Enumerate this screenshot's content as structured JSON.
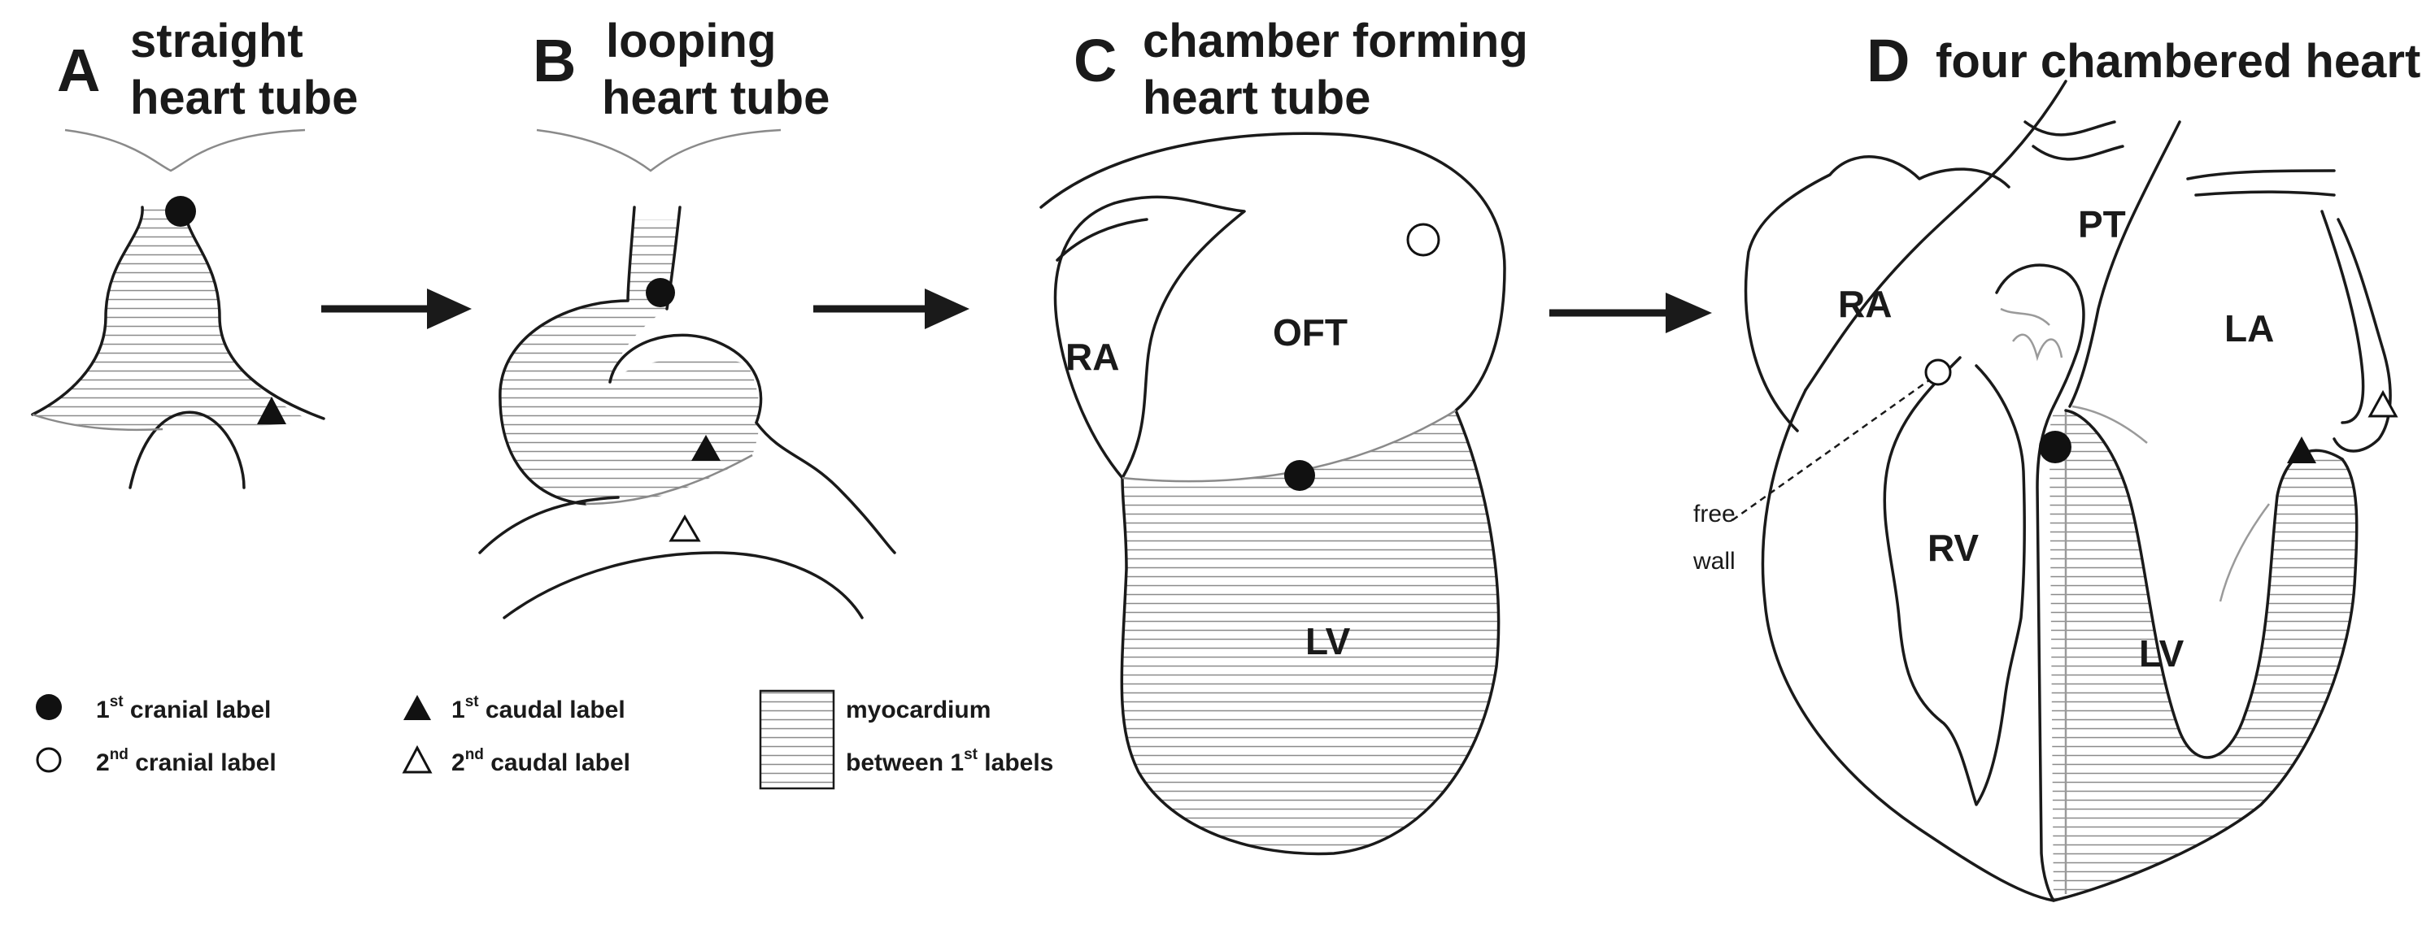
{
  "panels": [
    {
      "letter": "A",
      "title_line1": "straight",
      "title_line2": "heart tube"
    },
    {
      "letter": "B",
      "title_line1": "looping",
      "title_line2": "heart tube"
    },
    {
      "letter": "C",
      "title_line1": "chamber forming",
      "title_line2": "heart tube"
    },
    {
      "letter": "D",
      "title_line1": "four chambered heart",
      "title_line2": ""
    }
  ],
  "labels": {
    "c_ra": "RA",
    "c_oft": "OFT",
    "c_lv": "LV",
    "d_ra": "RA",
    "d_pt": "PT",
    "d_la": "LA",
    "d_rv": "RV",
    "d_lv": "LV",
    "d_free_1": "free",
    "d_free_2": "wall"
  },
  "legend": {
    "first_cranial": {
      "num": "1",
      "sup": "st",
      "text": " cranial label",
      "icon": "filled-circle"
    },
    "second_cranial": {
      "num": "2",
      "sup": "nd",
      "text": " cranial label",
      "icon": "open-circle"
    },
    "first_caudal": {
      "num": "1",
      "sup": "st",
      "text": " caudal label",
      "icon": "filled-triangle"
    },
    "second_caudal": {
      "num": "2",
      "sup": "nd",
      "text": " caudal label",
      "icon": "open-triangle"
    },
    "myocardium_line1": "myocardium",
    "myocardium_line2_pre": "between 1",
    "myocardium_line2_sup": "st",
    "myocardium_line2_post": " labels"
  },
  "colors": {
    "ink": "#1a1a1a",
    "hatch": "#8a8a8a",
    "background": "#ffffff"
  }
}
